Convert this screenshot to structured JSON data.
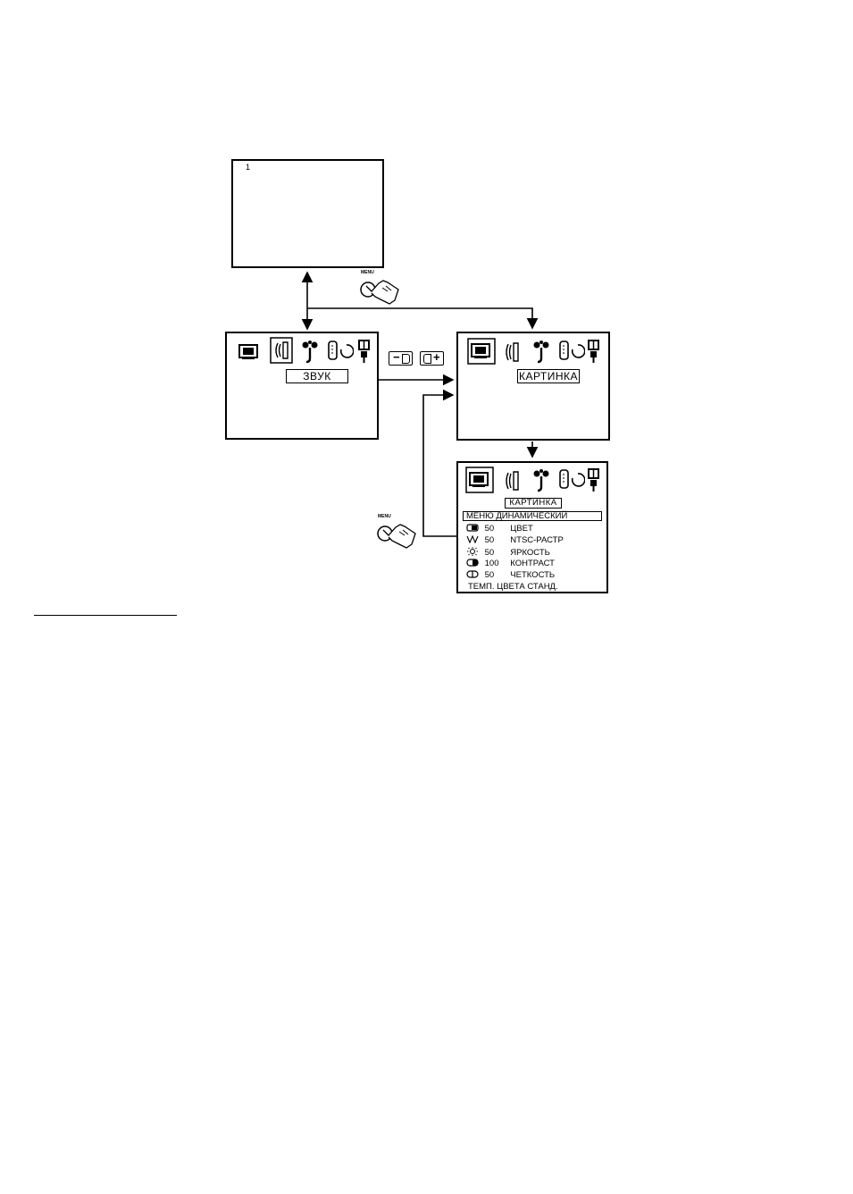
{
  "tv_screen": {
    "channel_number": "1"
  },
  "menu_button": {
    "label": "MENU"
  },
  "sound_menu": {
    "title": "ЗВУК"
  },
  "minus_button": {
    "label": "−"
  },
  "plus_button": {
    "label": "+"
  },
  "picture_menu": {
    "title": "КАРТИНКА"
  },
  "picture_detail": {
    "title": "КАРТИНКА",
    "mode_row": "МЕНЮ ДИНАМИЧЕСКИЙ",
    "items": [
      {
        "icon": "color-icon",
        "value": "50",
        "label": "ЦВЕТ"
      },
      {
        "icon": "ntsc-icon",
        "value": "50",
        "label": "NTSC-РАСТР"
      },
      {
        "icon": "brightness-icon",
        "value": "50",
        "label": "ЯРКОСТЬ"
      },
      {
        "icon": "contrast-icon",
        "value": "100",
        "label": "КОНТРАСТ"
      },
      {
        "icon": "sharpness-icon",
        "value": "50",
        "label": "ЧЕТКОСТЬ"
      }
    ],
    "color_temp_row": "ТЕМП. ЦВЕТА СТАНД."
  }
}
